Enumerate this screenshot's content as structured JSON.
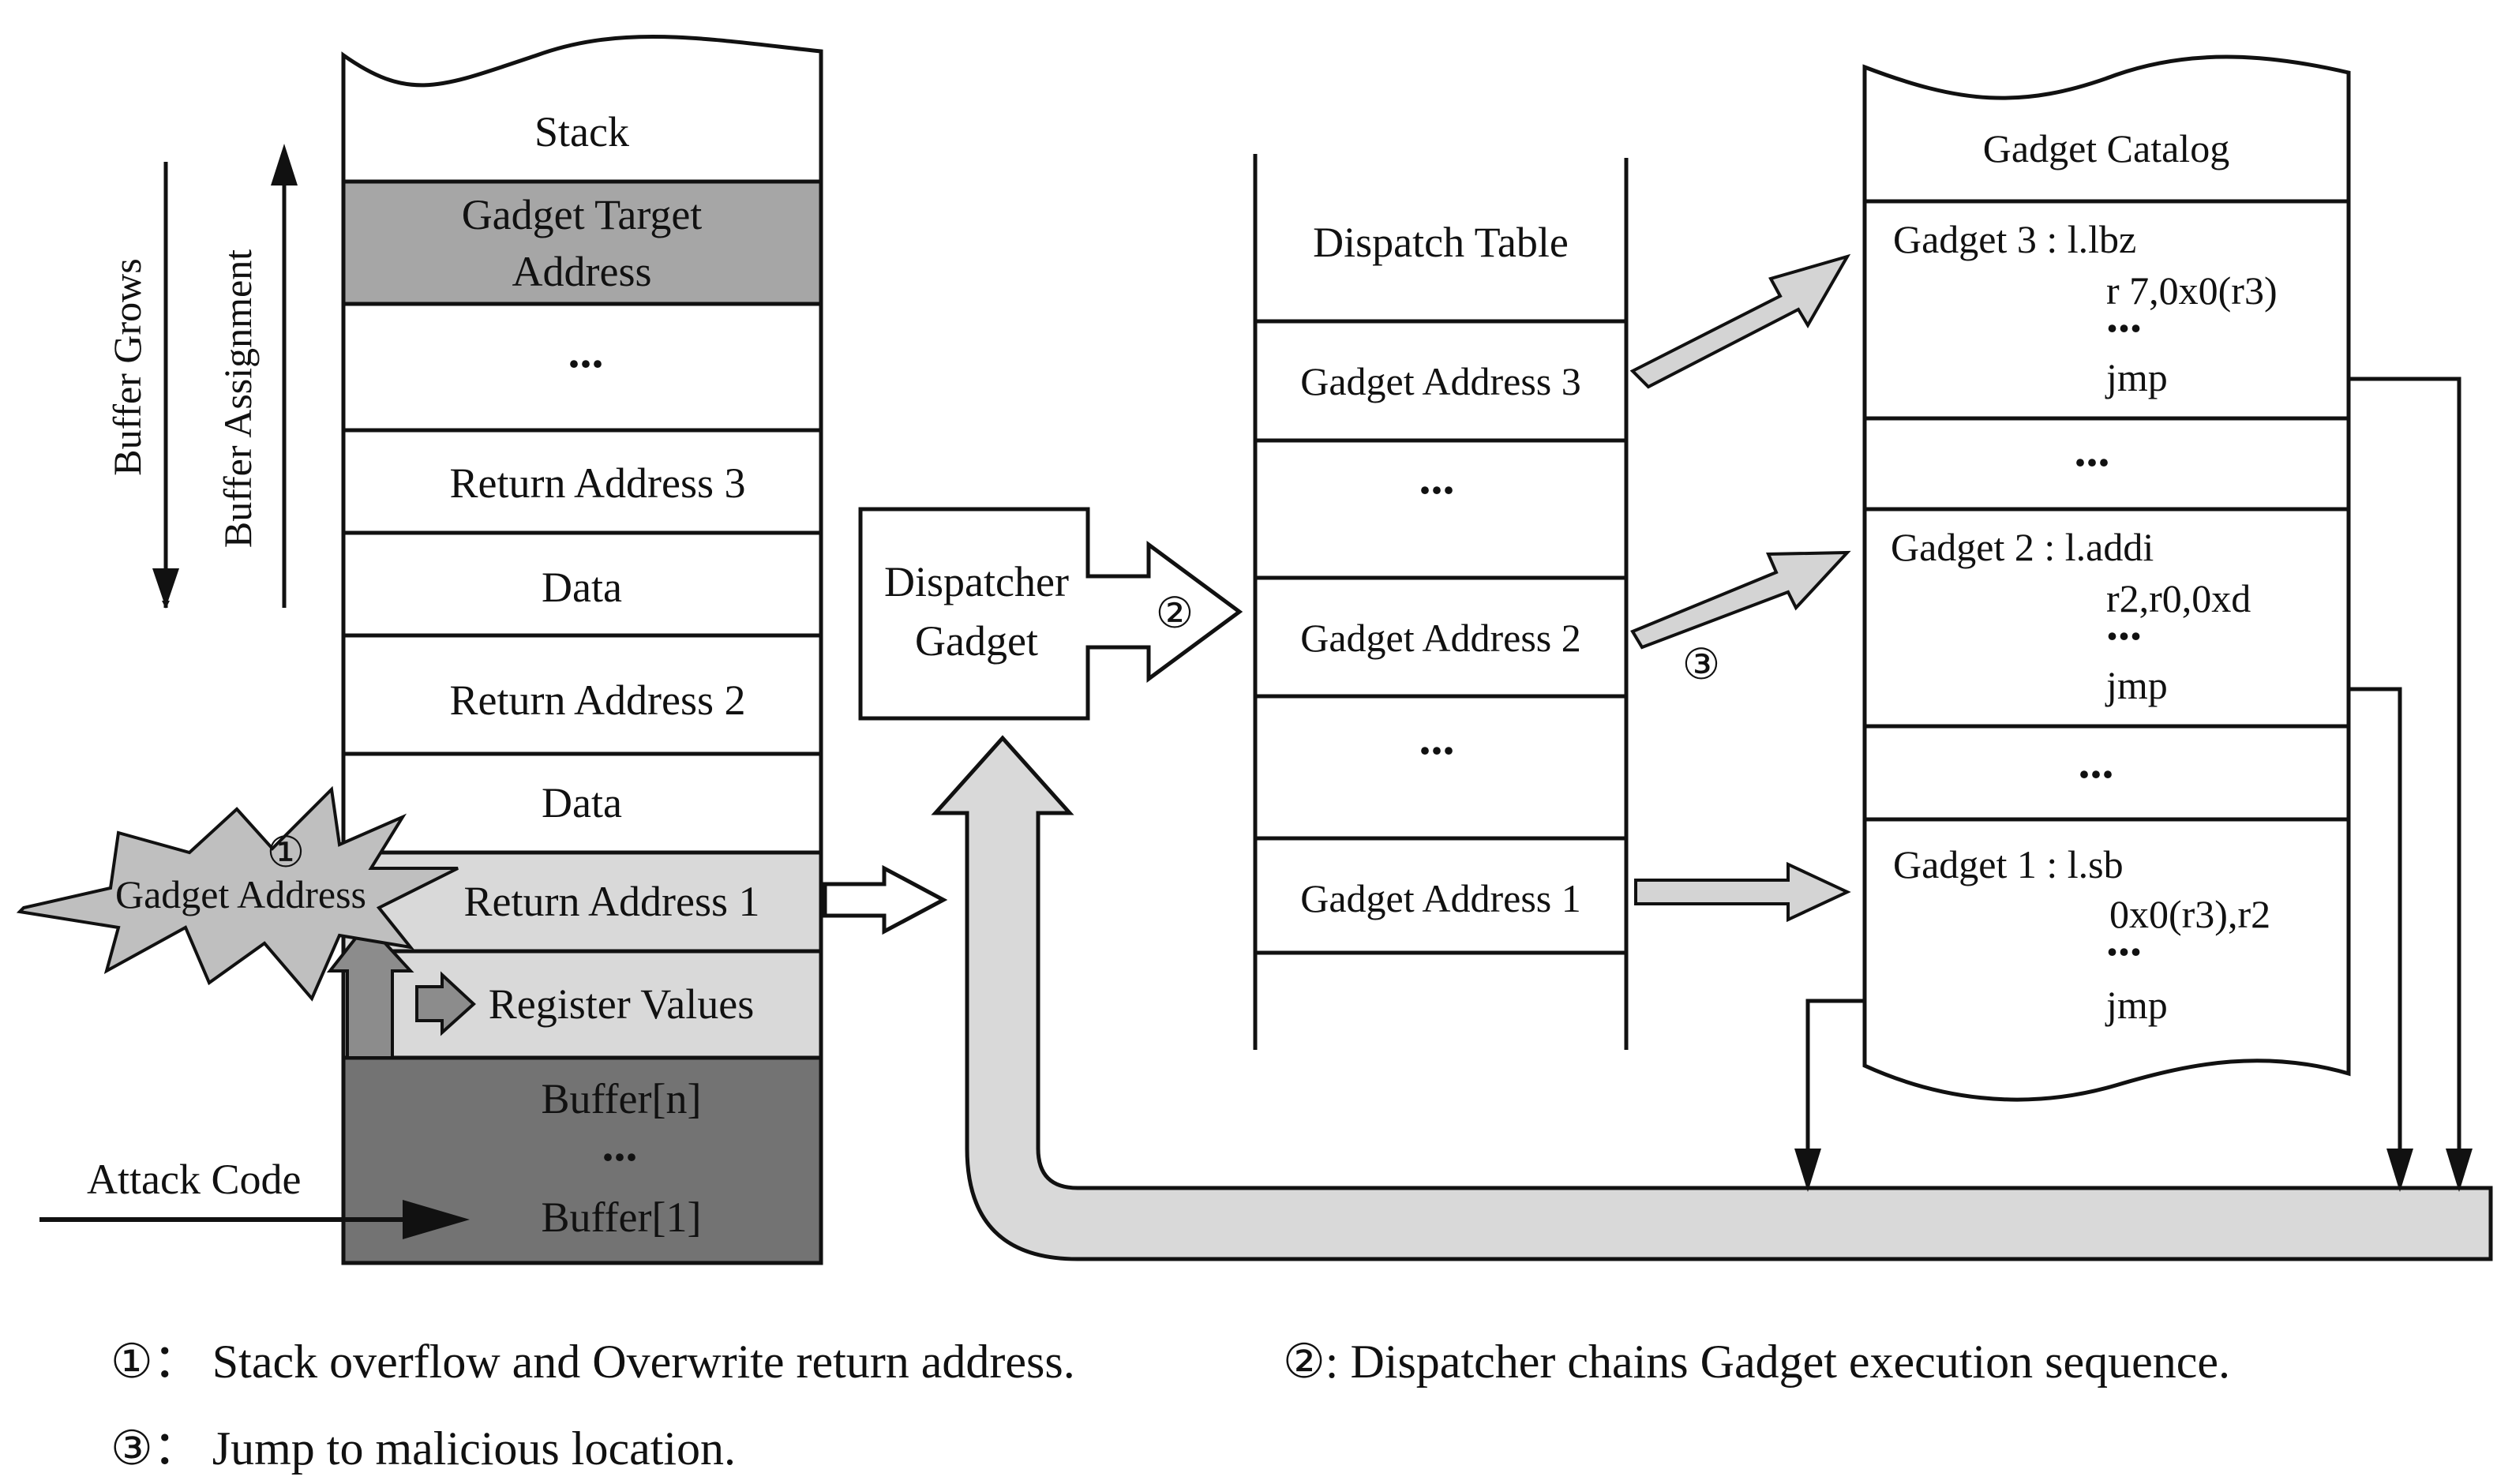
{
  "stack": {
    "title": "Stack",
    "cells": {
      "gadget_target_line1": "Gadget Target",
      "gadget_target_line2": "Address",
      "ellipsis": "...",
      "return_address_3": "Return Address 3",
      "data_1": "Data",
      "return_address_2": "Return Address 2",
      "data_2": "Data",
      "return_address_1": "Return Address 1",
      "register_values": "Register Values",
      "buffer_n": "Buffer[n]",
      "buffer_ellipsis": "...",
      "buffer_1": "Buffer[1]"
    },
    "buffer_grows": "Buffer Grows",
    "buffer_assignment": "Buffer Assignment",
    "attack_code": "Attack Code",
    "gadget_address": "Gadget Address"
  },
  "dispatcher": {
    "line1": "Dispatcher",
    "line2": "Gadget"
  },
  "dispatch_table": {
    "title": "Dispatch Table",
    "rows": {
      "gadget_address_3": "Gadget Address 3",
      "ellipsis_1": "...",
      "gadget_address_2": "Gadget Address 2",
      "ellipsis_2": "...",
      "gadget_address_1": "Gadget Address 1"
    }
  },
  "gadget_catalog": {
    "title": "Gadget Catalog",
    "gadget3": {
      "line1": "Gadget 3 : l.lbz",
      "line2": "r 7,0x0(r3)",
      "dots": "...",
      "jmp": "jmp"
    },
    "ellipsis_1": "...",
    "gadget2": {
      "line1": "Gadget 2 : l.addi",
      "line2": "r2,r0,0xd",
      "dots": "...",
      "jmp": "jmp"
    },
    "ellipsis_2": "...",
    "gadget1": {
      "line1": "Gadget 1 : l.sb",
      "line2": "0x0(r3),r2",
      "dots": "...",
      "jmp": "jmp"
    }
  },
  "markers": {
    "m1": "①",
    "m2": "②",
    "m3": "③"
  },
  "legend": {
    "item1": "①： Stack overflow and Overwrite return address.",
    "item2": "②:  Dispatcher chains Gadget execution sequence.",
    "item3": "③： Jump to malicious location."
  },
  "colors": {
    "stack_header_gray": "#a6a6a6",
    "light_gray": "#d9d9d9",
    "dark_gray": "#737373",
    "arrow_fill": "#d4d4d4",
    "line": "#111111"
  }
}
